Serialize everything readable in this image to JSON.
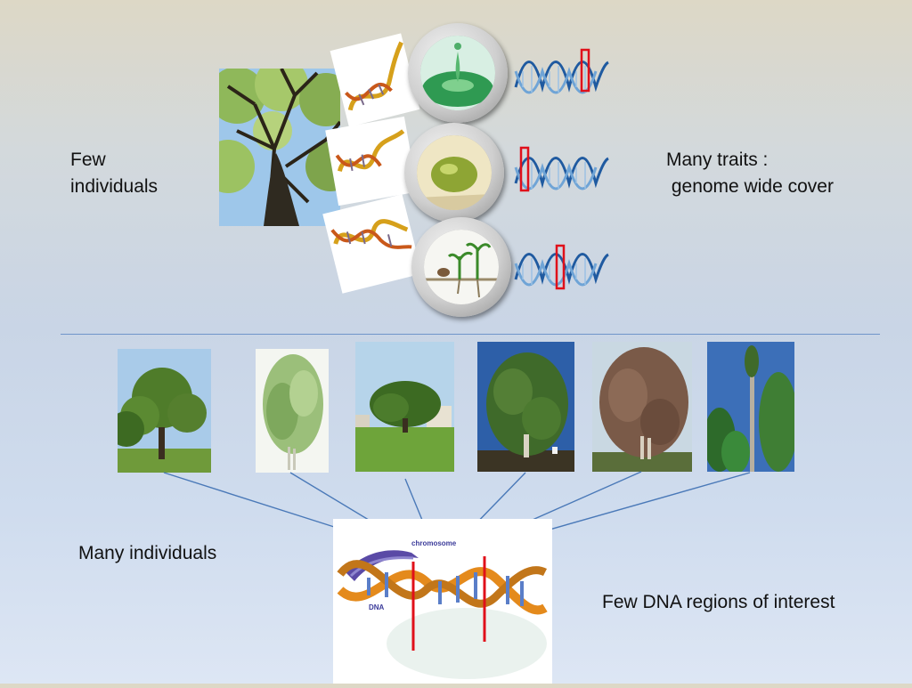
{
  "labels": {
    "few_individuals": "Few\nindividuals",
    "many_traits": "Many traits :\n genome wide cover",
    "many_individuals": "Many individuals",
    "few_dna_regions": "Few DNA regions of interest"
  },
  "dna_figure": {
    "chromosome_label": "chromosome",
    "dna_label": "DNA"
  },
  "colors": {
    "divider": "#6f95c9",
    "link_lines": "#4a79b8",
    "marker": "#e0101a"
  }
}
